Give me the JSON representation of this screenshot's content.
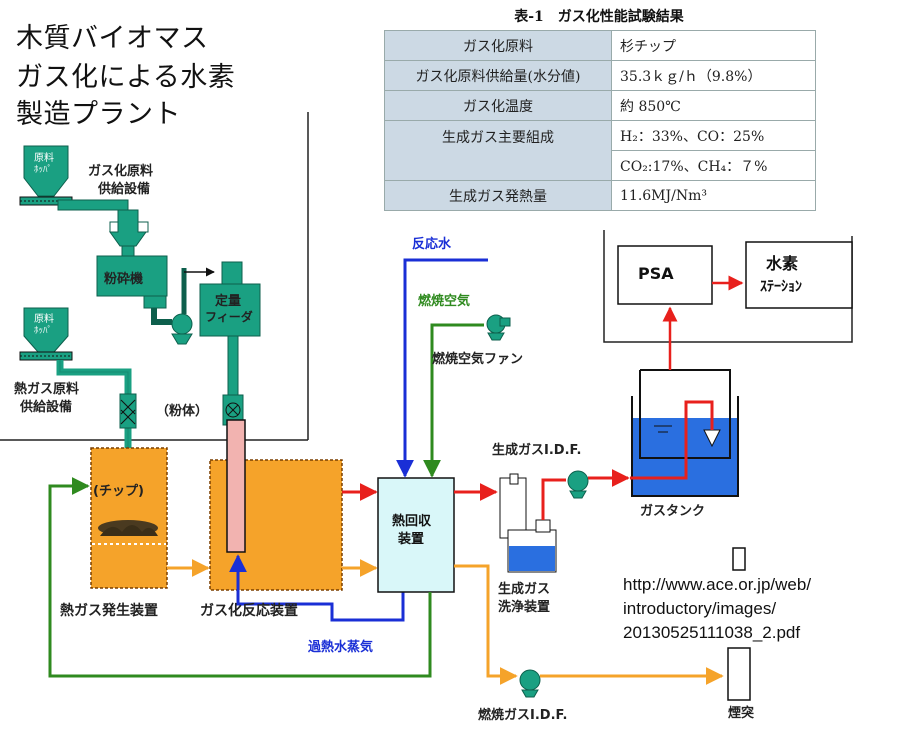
{
  "title": {
    "line1": "木質バイオマス",
    "line2": "ガス化による水素",
    "line3": "製造プラント"
  },
  "table": {
    "caption": "表-1　ガス化性能試験結果",
    "rows": [
      {
        "key": "ガス化原料",
        "value": "杉チップ"
      },
      {
        "key": "ガス化原料供給量(水分値)",
        "value": "35.3ｋｇ/ｈ（9.8%）"
      },
      {
        "key": "ガス化温度",
        "value": "約 850℃"
      },
      {
        "key": "生成ガス主要組成",
        "value": "H₂：33%、CO：25%"
      },
      {
        "key": "",
        "value": "CO₂:17%、CH₄：７%"
      },
      {
        "key": "生成ガス発熱量",
        "value": "11.6MJ/Nm³"
      }
    ]
  },
  "labels": {
    "feed_supply_1": "ガス化原料",
    "feed_supply_2": "供給設備",
    "hopper1_1": "原料",
    "hopper1_2": "ﾎｯﾊﾟ",
    "hopper2_1": "原料",
    "hopper2_2": "ﾎｯﾊﾟ",
    "crusher": "粉砕機",
    "feeder_1": "定量",
    "feeder_2": "フィーダ",
    "hot_gas_supply_1": "熱ガス原料",
    "hot_gas_supply_2": "供給設備",
    "powder": "（粉体）",
    "chip": "(チップ)",
    "hot_gas_gen": "熱ガス発生装置",
    "gasifier": "ガス化反応装置",
    "superheated_steam": "過熱水蒸気",
    "reaction_water": "反応水",
    "combustion_air": "燃焼空気",
    "combustion_air_fan": "燃焼空気ファン",
    "heat_recovery_1": "熱回収",
    "heat_recovery_2": "装置",
    "product_gas_idf": "生成ガスI.D.F.",
    "scrubber_1": "生成ガス",
    "scrubber_2": "洗浄装置",
    "gas_tank": "ガスタンク",
    "psa": "PSA",
    "h2_station_1": "水素",
    "h2_station_2": "ｽﾃｰｼｮﾝ",
    "flue_gas_idf": "燃焼ガスI.D.F.",
    "chimney": "煙突"
  },
  "source_url": {
    "line1": "http://www.ace.or.jp/web/",
    "line2": "introductory/images/",
    "line3": "20130525111038_2.pdf"
  },
  "colors": {
    "equipment_green": "#1aa082",
    "hot_gas_orange": "#f5a32a",
    "gas_red": "#e8201c",
    "steam_blue": "#1a2fd6",
    "air_green": "#2f8a1f",
    "heat_recovery_fill": "#d9f7f9",
    "tank_blue": "#2a6fe0"
  }
}
